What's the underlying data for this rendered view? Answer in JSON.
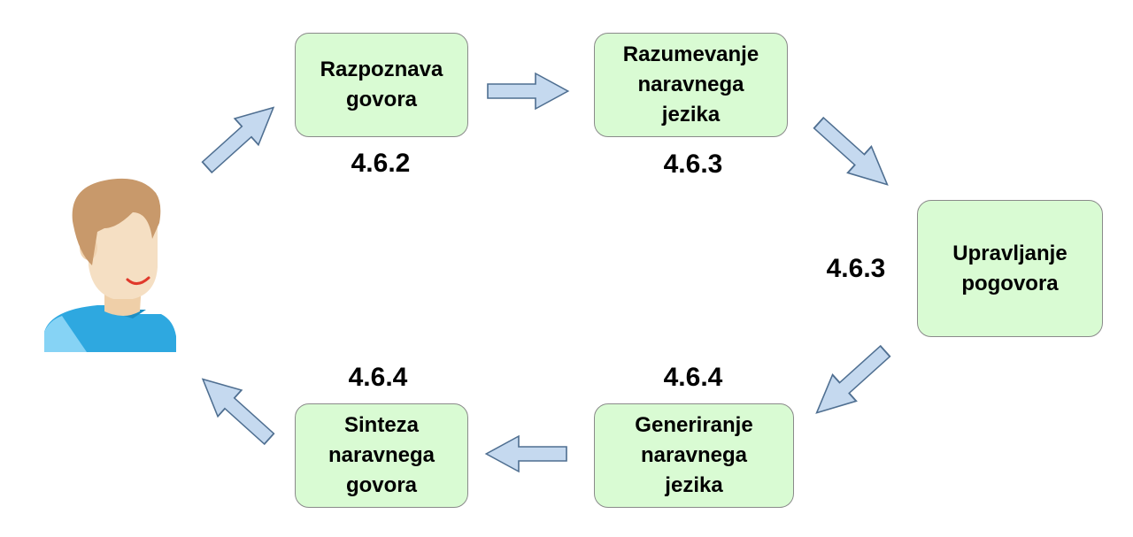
{
  "nodes": {
    "speech_recognition": {
      "label": "Razpoznava\ngovora",
      "section": "4.6.2"
    },
    "nlu": {
      "label": "Razumevanje\nnaravnega\njezika",
      "section": "4.6.3"
    },
    "dialogue_management": {
      "label": "Upravljanje\npogovora",
      "section": "4.6.3"
    },
    "nlg": {
      "label": "Generiranje\nnaravnega\njezika",
      "section": "4.6.4"
    },
    "speech_synthesis": {
      "label": "Sinteza\nnaravnega\ngovora",
      "section": "4.6.4"
    }
  },
  "colors": {
    "box_fill": "#d9fbd3",
    "box_border": "#8a8a8a",
    "arrow_fill": "#c5d9ef",
    "arrow_stroke": "#4f6f91",
    "hair": "#c8996b",
    "skin": "#f5dfc3",
    "shirt": "#2ea8e0",
    "shirt_light": "#86d3f5",
    "mouth": "#e0392b"
  },
  "user_icon": "person-avatar-icon"
}
